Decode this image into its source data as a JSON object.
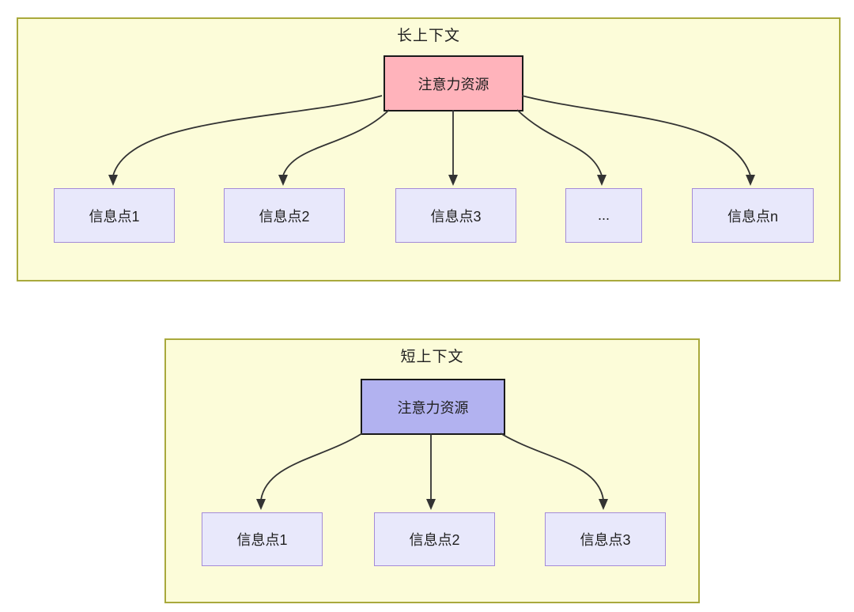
{
  "diagram": {
    "panels": [
      {
        "id": "long-context",
        "title": "长上下文",
        "root": {
          "label": "注意力资源"
        },
        "children": [
          {
            "label": "信息点1"
          },
          {
            "label": "信息点2"
          },
          {
            "label": "信息点3"
          },
          {
            "label": "..."
          },
          {
            "label": "信息点n"
          }
        ]
      },
      {
        "id": "short-context",
        "title": "短上下文",
        "root": {
          "label": "注意力资源"
        },
        "children": [
          {
            "label": "信息点1"
          },
          {
            "label": "信息点2"
          },
          {
            "label": "信息点3"
          }
        ]
      }
    ],
    "colors": {
      "panel_bg": "#FCFCD9",
      "panel_border": "#A9A93C",
      "info_node_bg": "#E8E8FB",
      "info_node_border": "#A48BD8",
      "root_node_border": "#1A1A1A",
      "long_root_fill": "#FFB3BB",
      "short_root_fill": "#B2B2F0",
      "arrow": "#333333",
      "text": "#1F1F1F"
    }
  }
}
